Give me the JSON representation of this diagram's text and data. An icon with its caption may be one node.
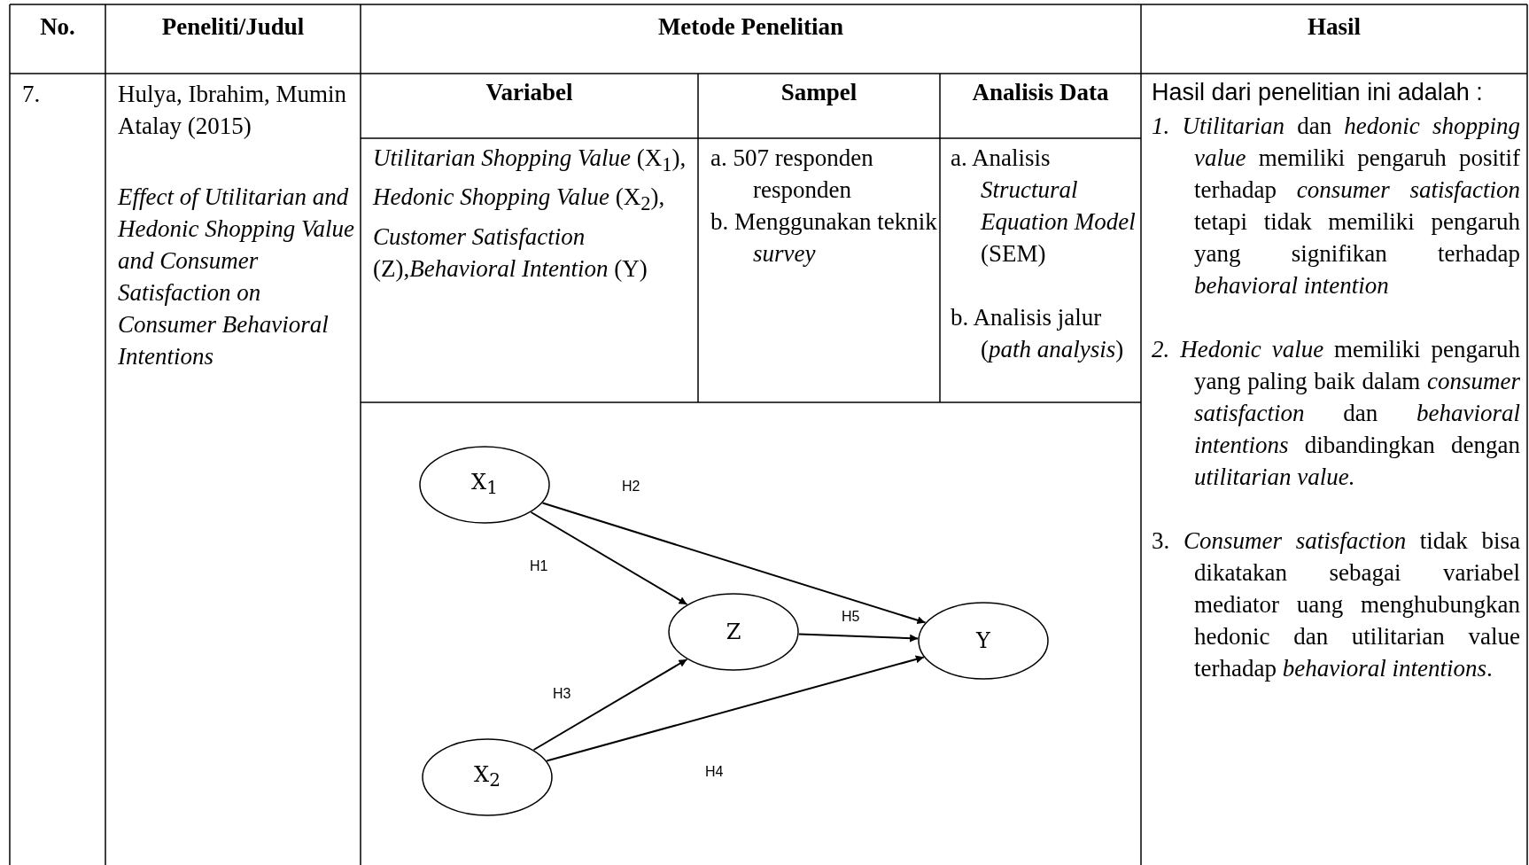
{
  "diagram": {
    "nodes": [
      {
        "text": [
          "X$_{1}$"
        ]
      },
      {
        "text": [
          "Z"
        ]
      },
      {
        "text": [
          "Y"
        ]
      },
      {
        "text": [
          "X$_{2}$"
        ]
      }
    ],
    "edges": [
      {
        "from": 0,
        "to": 2,
        "arrow": "to",
        "label": "H2"
      },
      {
        "from": 0,
        "to": 1,
        "arrow": "to",
        "label": "H1"
      },
      {
        "from": 1,
        "to": 2,
        "arrow": "to",
        "label": "H5"
      },
      {
        "from": 3,
        "to": 1,
        "arrow": "to",
        "label": "H3"
      },
      {
        "from": 3,
        "to": 2,
        "arrow": "to",
        "label": "H4"
      }
    ],
    "labels": [
      "No.",
      "Peneliti/Judul",
      "Metode Penelitian",
      "Hasil",
      "7.",
      "Hulya, Ibrahim, Mumin Atalay (2015)",
      "Effect of Utilitarian and Hedonic Shopping Value and Consumer Satisfaction on Consumer Behavioral Intentions",
      "Variabel",
      "Sampel",
      "Analisis Data",
      "Hasil dari penelitian ini adalah :",
      "*Utilitarian Shopping Value* (X$_{1}$), *Hedonic Shopping Value* (X$_{2}$), *Customer Satisfaction* (Z),*Behavioral Intention* (Y)",
      "a. 507 responden responden",
      "b. Menggunakan teknik *survey*",
      "a. Analisis *Structural Equation Model* (SEM)",
      "b. Analisis jalur (*path analysis*)",
      "*1. Utilitarian* dan *hedonic shopping value* memiliki pengaruh positif terhadap *consumer satisfaction* tetapi tidak memiliki pengaruh yang signifikan terhadap *behavioral intention*",
      "*2. Hedonic value* memiliki pengaruh yang paling baik dalam *consumer satisfaction* dan *behavioral intentions* dibandingkan dengan *utilitarian value.*",
      "3. *Consumer satisfaction* tidak bisa dikatakan sebagai variabel mediator uang menghubungkan hedonic dan utilitarian value terhadap *behavioral intentions*."
    ]
  }
}
